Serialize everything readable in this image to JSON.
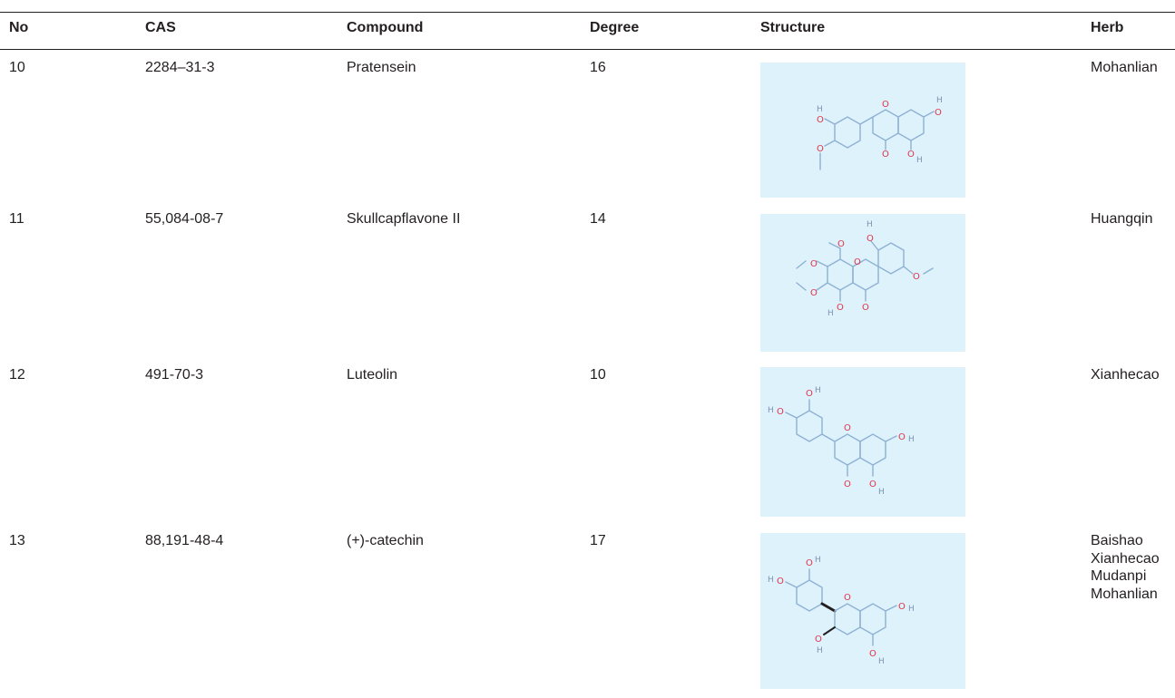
{
  "table": {
    "headers": {
      "no": "No",
      "cas": "CAS",
      "compound": "Compound",
      "degree": "Degree",
      "structure": "Structure",
      "herb": "Herb"
    },
    "rows": [
      {
        "no": "10",
        "cas": "2284–31-3",
        "compound": "Pratensein",
        "degree": "16",
        "structure_icon": "pratensein-structure-icon",
        "herbs": [
          "Mohanlian"
        ]
      },
      {
        "no": "11",
        "cas": "55,084-08-7",
        "compound": "Skullcapflavone II",
        "degree": "14",
        "structure_icon": "skullcapflavone-ii-structure-icon",
        "herbs": [
          "Huangqin"
        ]
      },
      {
        "no": "12",
        "cas": "491-70-3",
        "compound": "Luteolin",
        "degree": "10",
        "structure_icon": "luteolin-structure-icon",
        "herbs": [
          "Xianhecao"
        ]
      },
      {
        "no": "13",
        "cas": "88,191-48-4",
        "compound": "(+)-catechin",
        "degree": "17",
        "structure_icon": "catechin-structure-icon",
        "herbs": [
          "Baishao",
          "Xianhecao",
          "Mudanpi",
          "Mohanlian"
        ]
      }
    ]
  },
  "colors": {
    "structure_background": "#ddf2fb",
    "bond": "#8eb0d3",
    "oxygen": "#e0344a",
    "hydrogen": "#7e93b2",
    "text": "#231f20"
  },
  "structure_labels": {
    "oxygen": "O",
    "hydrogen": "H"
  }
}
